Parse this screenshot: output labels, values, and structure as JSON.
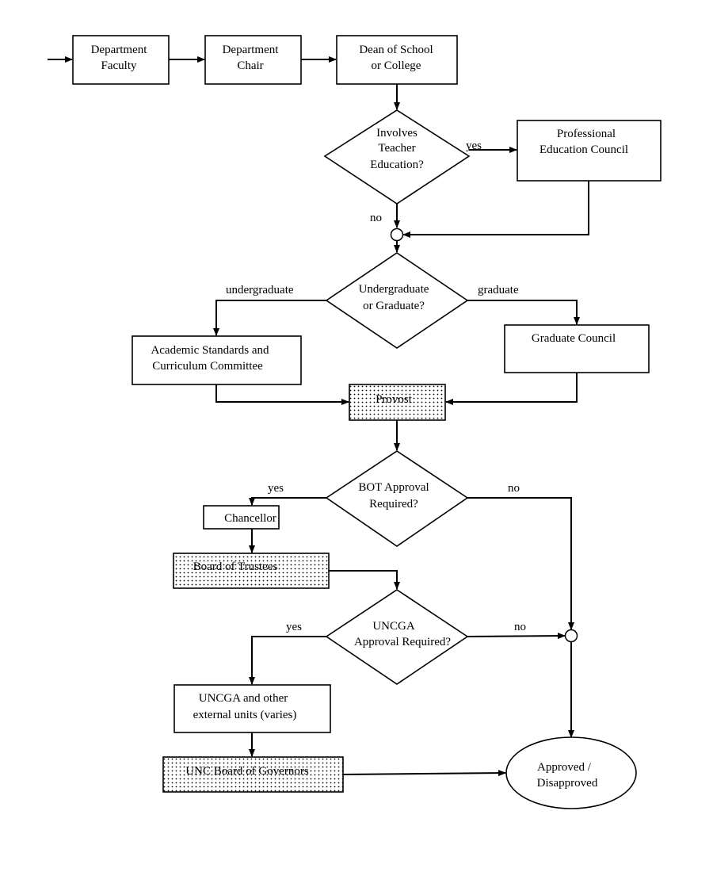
{
  "nodes": {
    "department_faculty": [
      "Department",
      "Faculty"
    ],
    "department_chair": [
      "Department",
      "Chair"
    ],
    "dean": [
      "Dean of School",
      "or College"
    ],
    "teacher_ed_decision": [
      "Involves",
      "Teacher",
      "Education?"
    ],
    "professional_education_council": [
      "Professional",
      "Education Council"
    ],
    "level_decision": [
      "Undergraduate",
      "or Graduate?"
    ],
    "ascc": [
      "Academic Standards and",
      "Curriculum Committee"
    ],
    "graduate_council": [
      "Graduate Council"
    ],
    "provost": [
      "Provost"
    ],
    "bot_decision": [
      "BOT Approval",
      "Required?"
    ],
    "chancellor": [
      "Chancellor"
    ],
    "board_of_trustees": [
      "Board of Trustees"
    ],
    "uncga_decision": [
      "UNCGA",
      "Approval Required?"
    ],
    "uncga_units": [
      "UNCGA and other",
      "external units (varies)"
    ],
    "board_of_governors": [
      "UNC Board of Governors"
    ],
    "outcome": [
      "Approved /",
      "Disapproved"
    ]
  },
  "edge_labels": {
    "teacher_ed_yes": "yes",
    "teacher_ed_no": "no",
    "undergraduate": "undergraduate",
    "graduate": "graduate",
    "bot_yes": "yes",
    "bot_no": "no",
    "uncga_yes": "yes",
    "uncga_no": "no"
  }
}
